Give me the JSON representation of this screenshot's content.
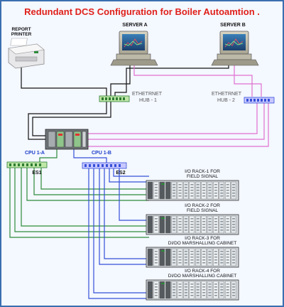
{
  "title": "Redundant DCS Configuration for Boiler Autoamtion .",
  "labels": {
    "printer_l1": "REPORT",
    "printer_l2": "PRINTER",
    "server_a": "SERVER A",
    "server_b": "SERVER B",
    "hub1_l1": "ETHETRNET",
    "hub1_l2": "HUB - 1",
    "hub2_l1": "ETHETRNET",
    "hub2_l2": "HUB - 2",
    "cpu_a": "CPU 1-A",
    "cpu_b": "CPU 1-B",
    "es1": "ES1",
    "es2": "ES2",
    "rack1_l1": "I/O RACK-1 FOR",
    "rack1_l2": "FIELD SIGNAL",
    "rack2_l1": "I/O RACK-2 FOR",
    "rack2_l2": "FIELD SIGNAL",
    "rack3_l1": "I/O RACK-3 FOR",
    "rack3_l2": "DI/DO MARSHALLING CABINET",
    "rack4_l1": "I/O RACK-4 FOR",
    "rack4_l2": "DI/DO MARSHALLING CABINET"
  },
  "colors": {
    "title": "#e0201a",
    "net_a": "#111111",
    "net_b": "#e070d0",
    "bus_a": "#2e8b3a",
    "bus_b": "#3550d8",
    "frame": "#3b6fb0"
  }
}
